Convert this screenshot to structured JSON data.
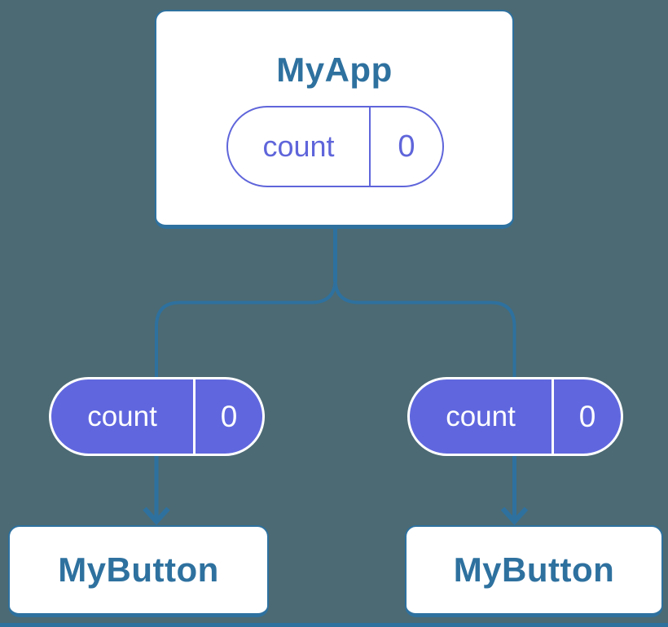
{
  "colors": {
    "background": "#4C6A73",
    "line_blue": "#2E719F",
    "pill_purple_fill": "#6067DE",
    "pill_purple_outline": "#5F65DA",
    "card_background": "#FFFFFF",
    "pill_text_on_purple": "#FFFFFF"
  },
  "nodes": {
    "app": {
      "title": "MyApp",
      "state": {
        "label": "count",
        "value": "0"
      }
    },
    "left_pill": {
      "label": "count",
      "value": "0"
    },
    "right_pill": {
      "label": "count",
      "value": "0"
    },
    "button_left": {
      "title": "MyButton"
    },
    "button_right": {
      "title": "MyButton"
    }
  }
}
